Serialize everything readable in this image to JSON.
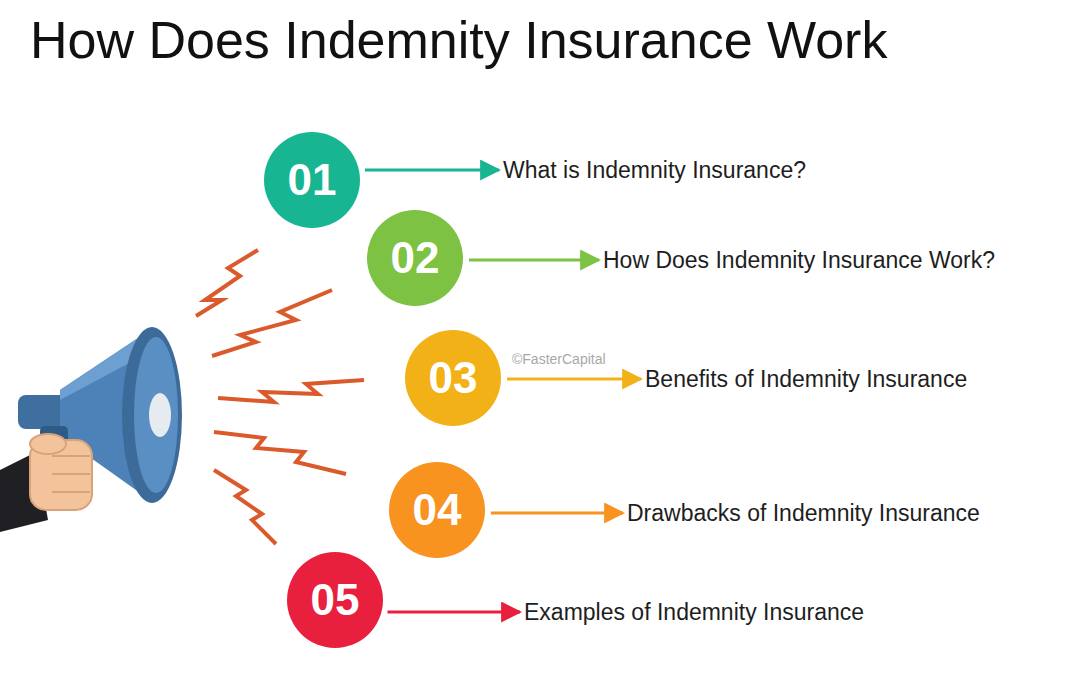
{
  "diagram": {
    "title": "How Does Indemnity Insurance Work",
    "nodes": [
      {
        "text": [
          "01"
        ]
      },
      {
        "text": [
          "What is Indemnity Insurance?"
        ]
      },
      {
        "text": [
          "02"
        ]
      },
      {
        "text": [
          "How Does Indemnity Insurance Work?"
        ]
      },
      {
        "text": [
          "03"
        ]
      },
      {
        "text": [
          "Benefits of Indemnity Insurance"
        ]
      },
      {
        "text": [
          "04"
        ]
      },
      {
        "text": [
          "Drawbacks of Indemnity Insurance"
        ]
      },
      {
        "text": [
          "05"
        ]
      },
      {
        "text": [
          "Examples of Indemnity Insurance"
        ]
      }
    ],
    "edges": [
      {
        "from": 0,
        "to": 1,
        "arrow": "to"
      },
      {
        "from": 2,
        "to": 3,
        "arrow": "to"
      },
      {
        "from": 4,
        "to": 5,
        "arrow": "to"
      },
      {
        "from": 6,
        "to": 7,
        "arrow": "to"
      },
      {
        "from": 8,
        "to": 9,
        "arrow": "to"
      }
    ],
    "labels": [
      "©FasterCapital"
    ]
  }
}
